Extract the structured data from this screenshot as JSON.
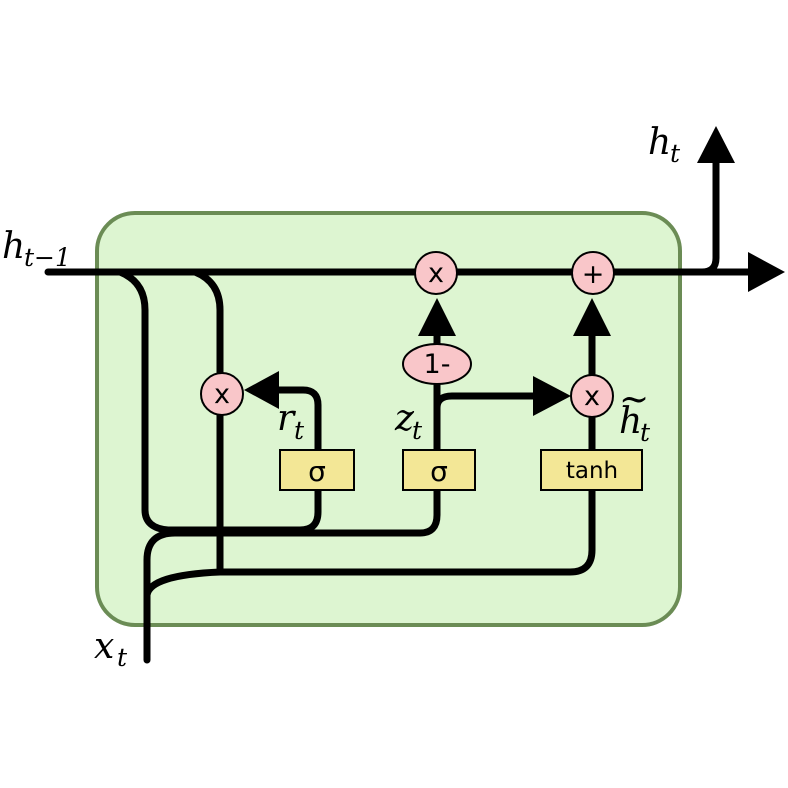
{
  "cell": {
    "fill_color": "#ddf5d1",
    "border_color": "#6b8c55"
  },
  "gates": {
    "reset_gate_label": "σ",
    "update_gate_label": "σ",
    "candidate_label": "tanh",
    "gate_color": "#f3e796"
  },
  "operations": {
    "reset_multiply": "x",
    "update_multiply": "x",
    "candidate_multiply": "x",
    "add": "+",
    "one_minus": "1-",
    "op_color": "#f9c6c9"
  },
  "labels": {
    "h_prev": {
      "base": "h",
      "sub": "t−1"
    },
    "h_out": {
      "base": "h",
      "sub": "t"
    },
    "x_in": {
      "base": "x",
      "sub": "t"
    },
    "r": {
      "base": "r",
      "sub": "t"
    },
    "z": {
      "base": "z",
      "sub": "t"
    },
    "h_tilde": {
      "base": "h",
      "tilde": "~",
      "sub": "t"
    }
  }
}
